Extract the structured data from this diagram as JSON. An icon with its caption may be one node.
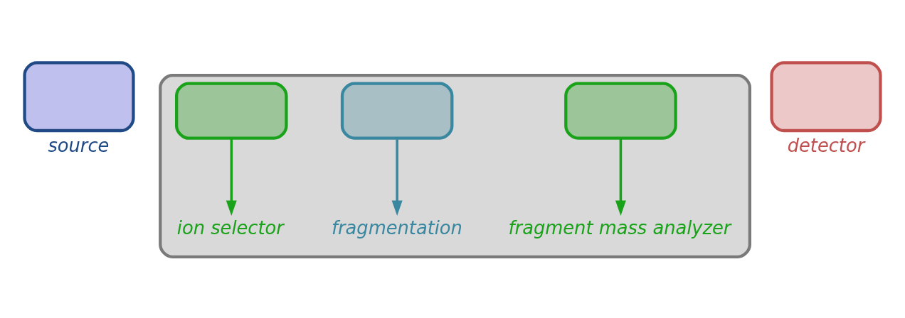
{
  "diagram": {
    "nodes": [
      {
        "text": [
          "source"
        ]
      },
      {
        "text": [],
        "shape": "box"
      },
      {
        "text": [],
        "shape": "box",
        "in": 1
      },
      {
        "text": [],
        "shape": "box",
        "in": 1
      },
      {
        "text": [],
        "shape": "box",
        "in": 1
      },
      {
        "text": [
          "ion selector"
        ],
        "in": 1
      },
      {
        "text": [
          "fragmentation"
        ],
        "in": 1
      },
      {
        "text": [
          "fragment mass analyzer"
        ],
        "in": 1
      },
      {
        "text": [
          "detector"
        ]
      }
    ],
    "edges": [
      {
        "from": 2,
        "to": 5,
        "arrow": "to"
      },
      {
        "from": 3,
        "to": 6,
        "arrow": "to",
        "color": "#3a87a0"
      },
      {
        "from": 4,
        "to": 7,
        "arrow": "to"
      }
    ]
  }
}
